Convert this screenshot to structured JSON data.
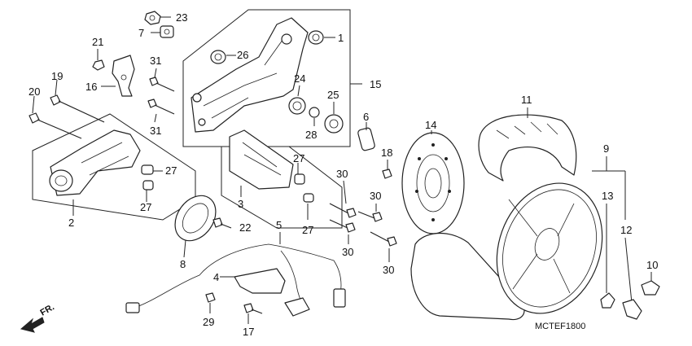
{
  "diagram": {
    "code": "MCTEF1800",
    "direction_label": "FR.",
    "callouts": {
      "n1": "1",
      "n2": "2",
      "n3": "3",
      "n4": "4",
      "n5": "5",
      "n6": "6",
      "n7": "7",
      "n8": "8",
      "n9": "9",
      "n10": "10",
      "n11": "11",
      "n12": "12",
      "n13": "13",
      "n14": "14",
      "n15": "15",
      "n16": "16",
      "n17": "17",
      "n18": "18",
      "n19": "19",
      "n20": "20",
      "n21": "21",
      "n22": "22",
      "n23": "23",
      "n24": "24",
      "n25": "25",
      "n26": "26",
      "n27": "27",
      "n28": "28",
      "n29": "29",
      "n30": "30",
      "n31": "31"
    }
  }
}
